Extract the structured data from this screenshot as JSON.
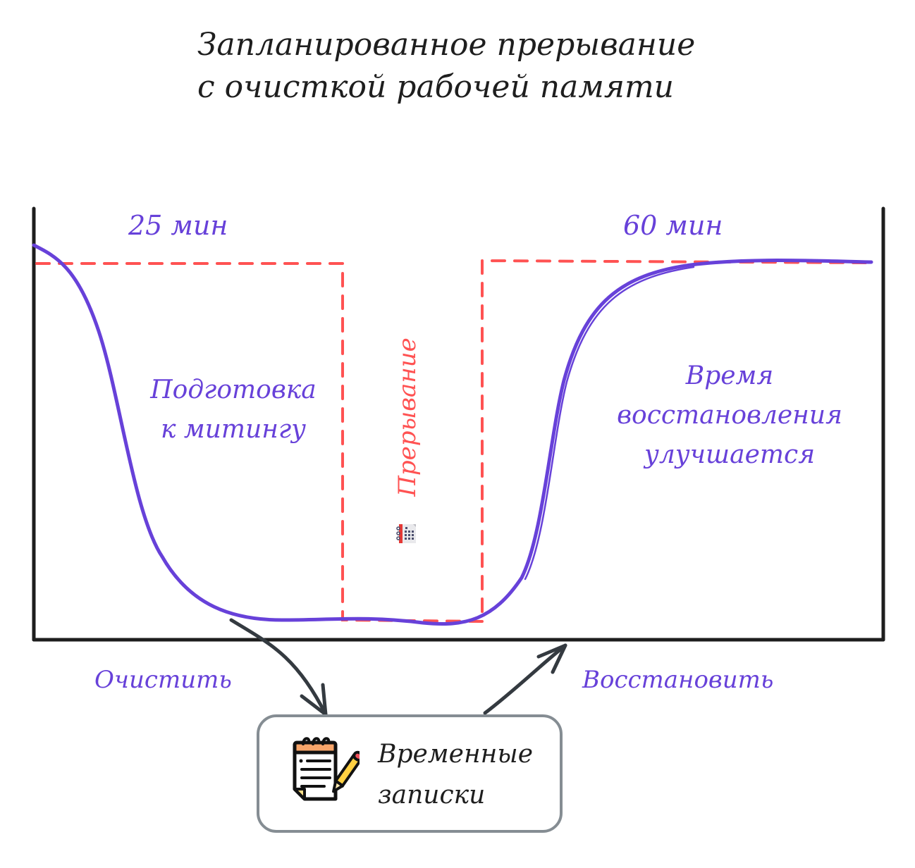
{
  "title": {
    "line1": "Запланированное прерывание",
    "line2": "с очисткой рабочей памяти"
  },
  "chart": {
    "durations": {
      "left": "25 мин",
      "right": "60 мин"
    },
    "regions": {
      "left": {
        "line1": "Подготовка",
        "line2": "к митингу"
      },
      "middle": "Прерывание",
      "right": {
        "line1": "Время",
        "line2": "восстановления",
        "line3": "улучшается"
      }
    },
    "icons": {
      "middle": "calendar-notebook-icon",
      "notes": "notepad-pencil-icon"
    }
  },
  "actions": {
    "clear": "Очистить",
    "restore": "Восстановить"
  },
  "notes_box": {
    "line1": "Временные",
    "line2": "записки"
  },
  "colors": {
    "curve": "#6741d9",
    "dashed": "#ff5252",
    "axis": "#1e1e1e",
    "arrow": "#343a40",
    "box_border": "#858d93"
  }
}
